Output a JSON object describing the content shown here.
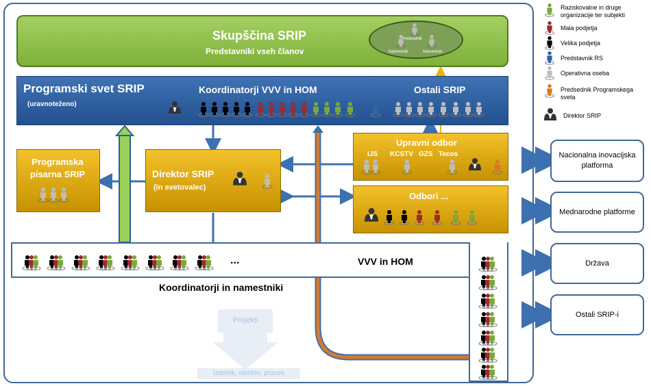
{
  "assembly": {
    "title": "Skupščina SRIP",
    "subtitle": "Predstavniki vseh članov",
    "oval_top": "Predsednik",
    "oval_left": "Namestnik",
    "oval_right": "Namestnik"
  },
  "program_council": {
    "title": "Programski svet SRIP",
    "subtitle": "(uravnoteženo)",
    "center": "Koordinatorji VVV in HOM",
    "right": "Ostali SRIP"
  },
  "office": {
    "title": "Programska pisarna SRIP"
  },
  "director": {
    "title": "Direktor SRIP",
    "subtitle": "(in svetovalec)"
  },
  "board": {
    "title": "Upravni odbor",
    "members": [
      "IJS",
      "KCSTV",
      "GZS",
      "Tecos"
    ]
  },
  "committees": {
    "title": "Odbori ..."
  },
  "coordinators": {
    "ellipsis": "...",
    "vvv": "VVV in HOM",
    "caption": "Koordinatorji in namestniki"
  },
  "flow": {
    "projects": "Projekti",
    "result": "Izdelek, storitev, proces"
  },
  "right_boxes": [
    "Nacionalna inovacijska platforma",
    "Mednarodne platforme",
    "Država",
    "Ostali SRIP-i"
  ],
  "legend": [
    {
      "label": "Raziskovalne in druge organizacije ter subjekti",
      "color": "#7aa83a"
    },
    {
      "label": "Mala podjetja",
      "color": "#9e2a2a"
    },
    {
      "label": "Velika podjetja",
      "color": "#000000"
    },
    {
      "label": "Predstavnik RS",
      "color": "#2f63a8"
    },
    {
      "label": "Operativna oseba",
      "color": "#bdbdbd"
    },
    {
      "label": "Predsednik Programskega sveta",
      "color": "#d97a1e"
    },
    {
      "label": "Direktor SRIP",
      "color": "#333333"
    }
  ]
}
